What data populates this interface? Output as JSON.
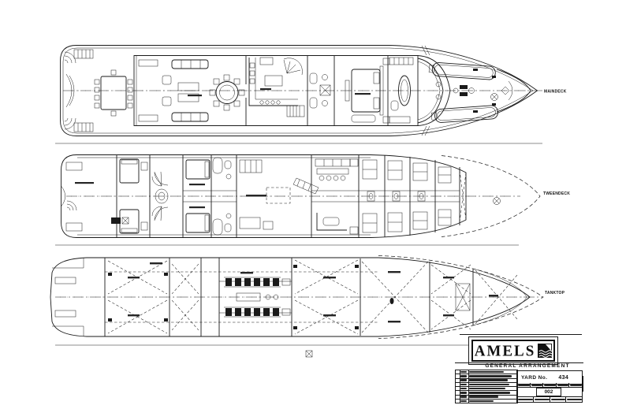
{
  "page": {
    "paper_color": "#ffffff",
    "ink_color": "#1a1a1a"
  },
  "decks": [
    {
      "label": "MAINDECK"
    },
    {
      "label": "TWEENDECK"
    },
    {
      "label": "TANKTOP"
    }
  ],
  "title_block": {
    "brand": "AMELS",
    "drawing_title": "GENERAL ARRANGEMENT",
    "yard_no_label": "YARD No.",
    "yard_no_value": "434",
    "drawing_number": "002"
  }
}
